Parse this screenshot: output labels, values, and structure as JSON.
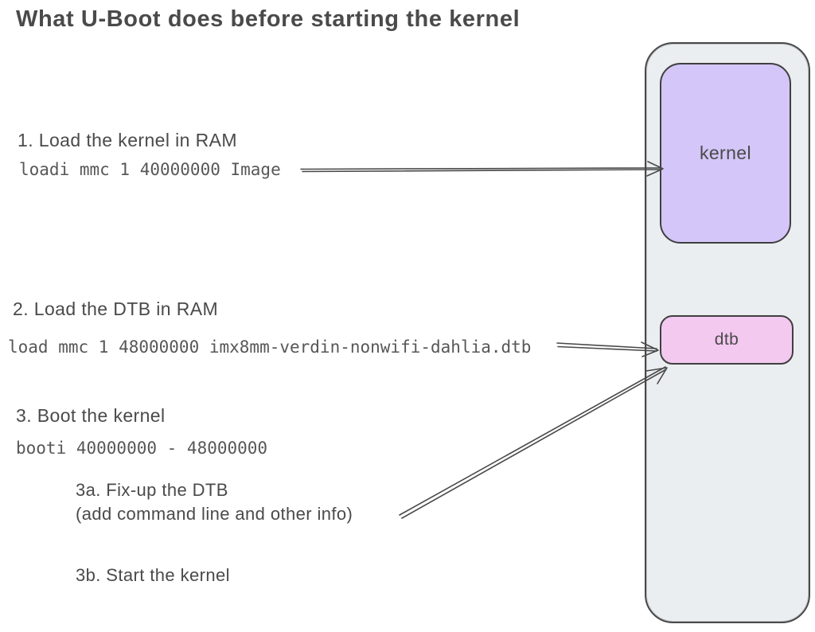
{
  "title": "What U-Boot does before starting the kernel",
  "steps": [
    {
      "label": "1. Load the kernel in RAM",
      "command": "loadi mmc 1 40000000 Image"
    },
    {
      "label": "2. Load the DTB in RAM",
      "command": "load mmc 1 48000000 imx8mm-verdin-nonwifi-dahlia.dtb"
    },
    {
      "label": "3. Boot the kernel",
      "command": "booti 40000000 - 48000000"
    }
  ],
  "substeps": [
    {
      "label": "3a. Fix-up the DTB",
      "note": "(add command line and other info)"
    },
    {
      "label": "3b. Start the kernel"
    }
  ],
  "memory": {
    "kernel_label": "kernel",
    "dtb_label": "dtb"
  },
  "arrows": [
    {
      "name": "command-1-to-kernel",
      "from": "loadi command",
      "to": "kernel block"
    },
    {
      "name": "command-2-to-dtb",
      "from": "load command",
      "to": "dtb block"
    },
    {
      "name": "fixup-to-dtb",
      "from": "3a note",
      "to": "dtb block"
    }
  ],
  "colors": {
    "kernel_fill": "#d4c6f8",
    "dtb_fill": "#f3c9f0",
    "ram_fill": "#ebeef1",
    "stroke": "#494949",
    "text": "#4a4a4a",
    "command_text": "#575757"
  }
}
